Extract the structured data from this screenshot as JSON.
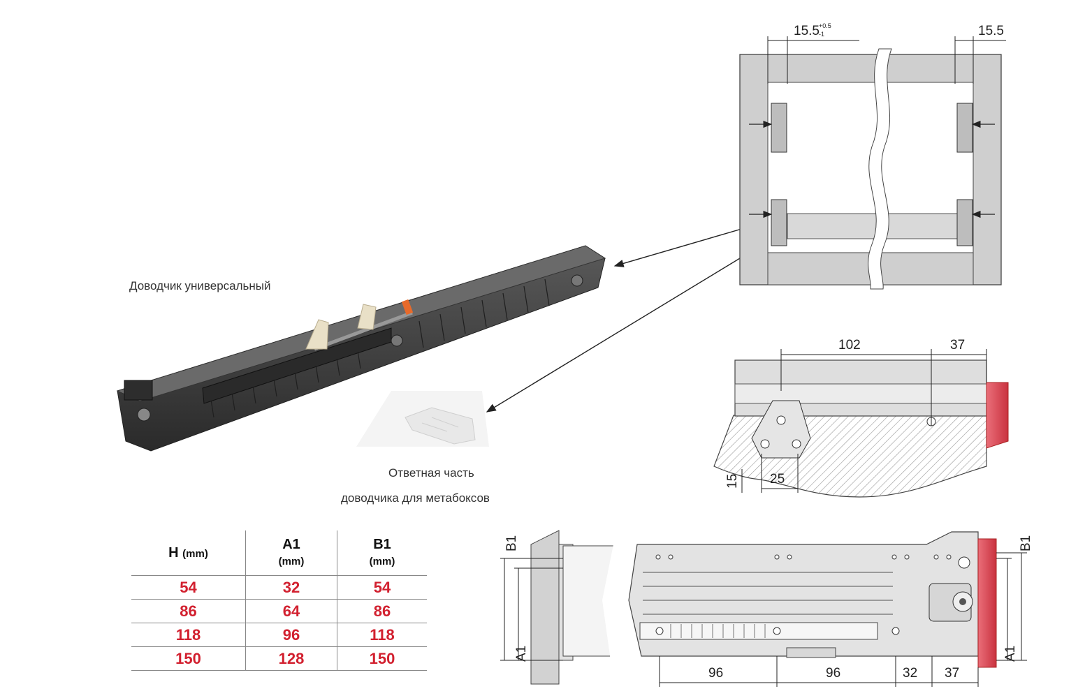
{
  "captions": {
    "damper": "Доводчик универсальный",
    "strike_line1": "Ответная часть",
    "strike_line2": "доводчика для метабоксов"
  },
  "dimensions": {
    "top_left": "15.5",
    "top_left_tol_plus": "+0.5",
    "top_left_tol_minus": "-1",
    "top_right": "15.5",
    "side_102": "102",
    "side_37": "37",
    "side_15": "15",
    "side_25": "25",
    "bottom_96a": "96",
    "bottom_96b": "96",
    "bottom_32": "32",
    "bottom_37": "37",
    "label_b1_left": "B1",
    "label_a1_left": "A1",
    "label_b1_right": "B1",
    "label_a1_right": "A1"
  },
  "table": {
    "headers": [
      {
        "main": "H",
        "unit": "(mm)"
      },
      {
        "main": "A1",
        "unit": "(mm)"
      },
      {
        "main": "B1",
        "unit": "(mm)"
      }
    ],
    "rows": [
      [
        "54",
        "32",
        "54"
      ],
      [
        "86",
        "64",
        "86"
      ],
      [
        "118",
        "96",
        "118"
      ],
      [
        "150",
        "128",
        "150"
      ]
    ]
  },
  "colors": {
    "table_values": "#d2202f",
    "front_panel": "#e05a66",
    "damper_body": "#3a3a3a",
    "cabinet_gray": "#c9c9c9"
  }
}
